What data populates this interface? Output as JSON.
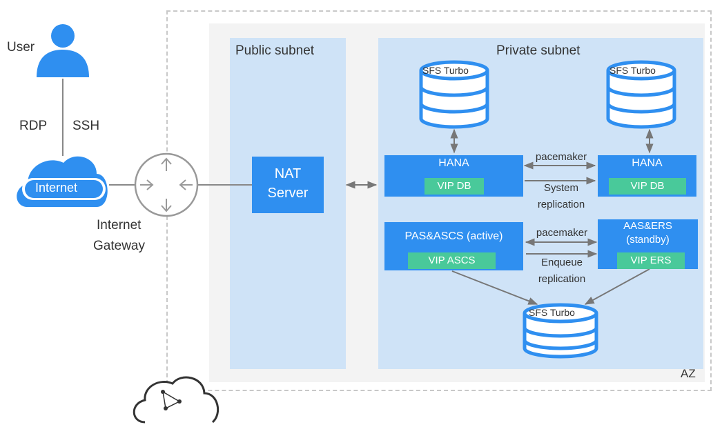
{
  "diagram": {
    "user_label": "User",
    "rdp_label": "RDP",
    "ssh_label": "SSH",
    "internet_label": "Internet",
    "gateway_label_line1": "Internet",
    "gateway_label_line2": "Gateway",
    "public_subnet_label": "Public subnet",
    "private_subnet_label": "Private subnet",
    "nat_line1": "NAT",
    "nat_line2": "Server",
    "sfs_turbo_label": "SFS Turbo",
    "hana_label": "HANA",
    "vip_db_label": "VIP DB",
    "pacemaker_label": "pacemaker",
    "system_replication_line1": "System",
    "system_replication_line2": "replication",
    "pas_ascs_label": "PAS&ASCS (active)",
    "vip_ascs_label": "VIP ASCS",
    "aas_ers_line1": "AAS&ERS",
    "aas_ers_line2": "(standby)",
    "vip_ers_label": "VIP ERS",
    "enqueue_line1": "Enqueue",
    "enqueue_line2": "replication",
    "az_label": "AZ"
  },
  "colors": {
    "node_blue": "#2f8ff0",
    "vip_green": "#49c99a",
    "subnet_blue": "#cfe3f7",
    "storage_blue": "#2f8ff0"
  }
}
